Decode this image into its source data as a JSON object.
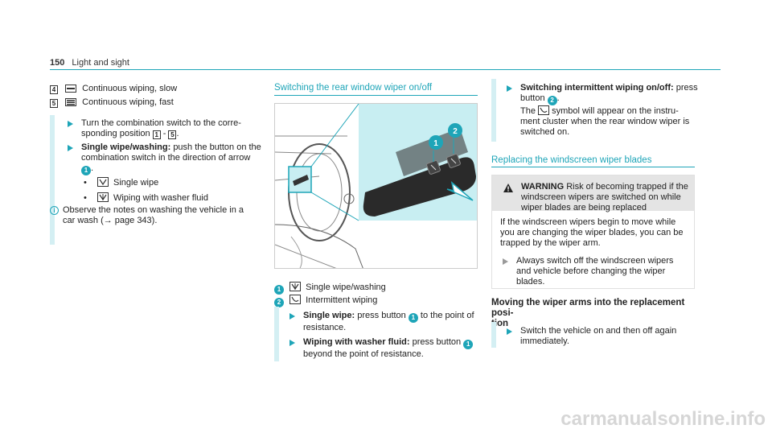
{
  "header": {
    "page_number": "150",
    "section": "Light and sight"
  },
  "col1": {
    "item4_key": "4",
    "item4_text": "Continuous wiping, slow",
    "item5_key": "5",
    "item5_text": "Continuous wiping, fast",
    "step1_l1": "Turn the combination switch to the corre-",
    "step1_l2_pre": "sponding position",
    "step1_key_a": "1",
    "step1_dash": "-",
    "step1_key_b": "5",
    "step1_end": ".",
    "step2_bold": "Single wipe/washing:",
    "step2_l1": "push the button on the",
    "step2_l2": "combination switch in the direction of arrow",
    "step2_num": "1",
    "step2_end": ".",
    "bullet1": "Single wipe",
    "bullet2": "Wiping with washer fluid",
    "note_l1": "Observe the notes on washing the vehicle in a",
    "note_l2": "car wash (→ page 343)."
  },
  "col2": {
    "heading": "Switching the rear window wiper on/off",
    "legend1": "Single wipe/washing",
    "legend2": "Intermittent wiping",
    "step1_bold": "Single wipe:",
    "step1_a": "press button",
    "step1_b": "to the point of",
    "step1_l2": "resistance.",
    "step2_bold": "Wiping with washer fluid:",
    "step2_a": "press button",
    "step2_l2": "beyond the point of resistance.",
    "num1": "1",
    "num2": "2"
  },
  "col3": {
    "step_bold": "Switching intermittent wiping on/off:",
    "step_a": "press",
    "step_l2a": "button",
    "step_l2b": ".",
    "step_l3a": "The",
    "step_l3b": "symbol will appear on the instru-",
    "step_l4": "ment cluster when the rear window wiper is",
    "step_l5": "switched on.",
    "heading": "Replacing the windscreen wiper blades",
    "warn_title": "WARNING",
    "warn_l1": "Risk of becoming trapped if the",
    "warn_l2": "windscreen wipers are switched on while",
    "warn_l3": "wiper blades are being replaced",
    "warn_p1": "If the windscreen wipers begin to move while",
    "warn_p2": "you are changing the wiper blades, you can be",
    "warn_p3": "trapped by the wiper arm.",
    "warn_s1": "Always switch off the windscreen wipers",
    "warn_s2": "and vehicle before changing the wiper",
    "warn_s3": "blades.",
    "h3_l1": "Moving the wiper arms into the replacement posi-",
    "h3_l2": "tion",
    "last_l1": "Switch the vehicle on and then off again",
    "last_l2": "immediately."
  },
  "watermark": "carmanualsonline.info"
}
